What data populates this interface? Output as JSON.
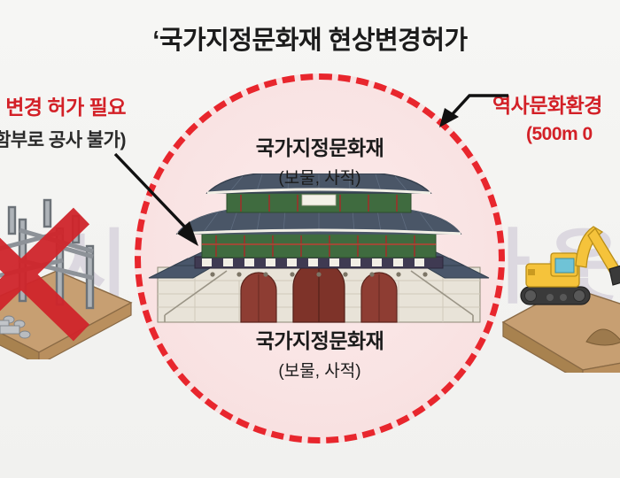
{
  "page": {
    "background_color": "#f4f4f2",
    "watermark_text": "시사저널 아웃"
  },
  "title": {
    "text": "‘국가지정문화재 현상변경허가",
    "color": "#1b1b1b"
  },
  "center": {
    "circle": {
      "border_color": "#e8262d",
      "fill_color": "#f9e3e3",
      "style": "dashed"
    },
    "top_label": {
      "primary": "국가지정문화재",
      "secondary": "(보물, 사적)"
    },
    "bottom_label": {
      "primary": "국가지정문화재",
      "secondary": "(보물, 사적)"
    },
    "illustration": "gwanghwamun-gate"
  },
  "left_callout": {
    "line1": "변경 허가 필요",
    "line2": "도 함부로 공사 불가)",
    "line1_color": "#d32027",
    "line2_color": "#2a2a2a",
    "arrow": "arrow-down-right"
  },
  "right_callout": {
    "line1": "역사문화환경",
    "line2": "(500m 0",
    "color": "#d32027",
    "arrow": "arrow-down-left"
  },
  "left_scene": {
    "name": "construction-site-prohibited",
    "marker": "red-x-mark",
    "marker_color": "#d0252b"
  },
  "right_scene": {
    "name": "excavator-construction-site",
    "machine_color": "#f5c33b"
  }
}
